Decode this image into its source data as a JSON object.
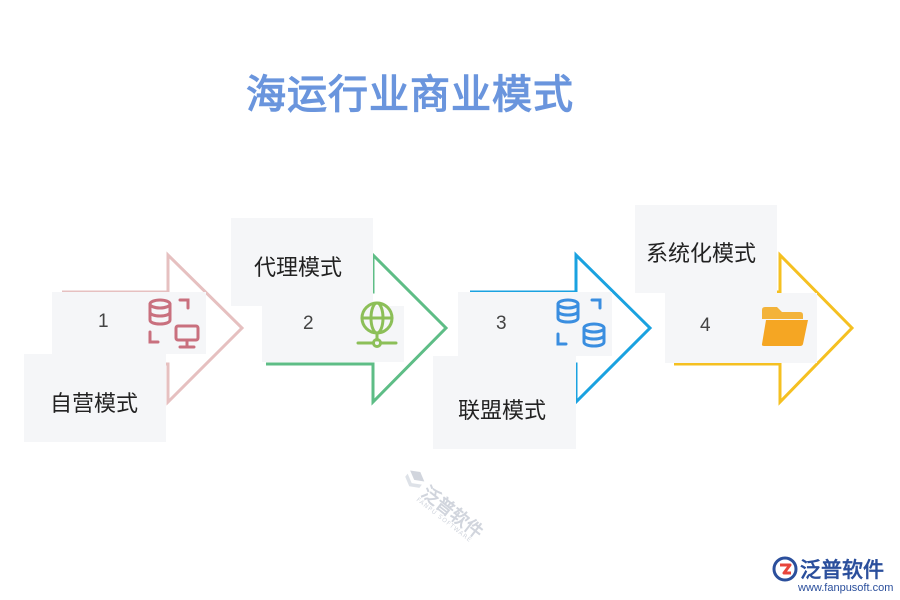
{
  "title": "海运行业商业模式",
  "steps": [
    {
      "number": "1",
      "label": "自营模式",
      "color": "#e6c0c0",
      "icon": "database-monitor-icon",
      "icon_color": "#c9707e"
    },
    {
      "number": "2",
      "label": "代理模式",
      "color": "#5ebd86",
      "icon": "globe-network-icon",
      "icon_color": "#8cbf58"
    },
    {
      "number": "3",
      "label": "联盟模式",
      "color": "#1aa2e0",
      "icon": "database-sync-icon",
      "icon_color": "#3a8ee0"
    },
    {
      "number": "4",
      "label": "系统化模式",
      "color": "#f5c021",
      "icon": "folder-icon",
      "icon_color": "#f5a623"
    }
  ],
  "watermark": {
    "text": "泛普软件",
    "sub": "FANPU SOFTWARE"
  },
  "brand": {
    "name": "泛普软件",
    "url": "www.fanpusoft.com",
    "color": "#2b4f9c"
  }
}
